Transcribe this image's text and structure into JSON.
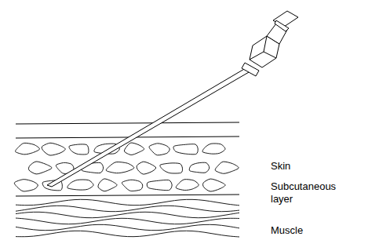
{
  "diagram": {
    "labels": [
      "Skin",
      "Subcutaneous layer",
      "Muscle"
    ]
  }
}
